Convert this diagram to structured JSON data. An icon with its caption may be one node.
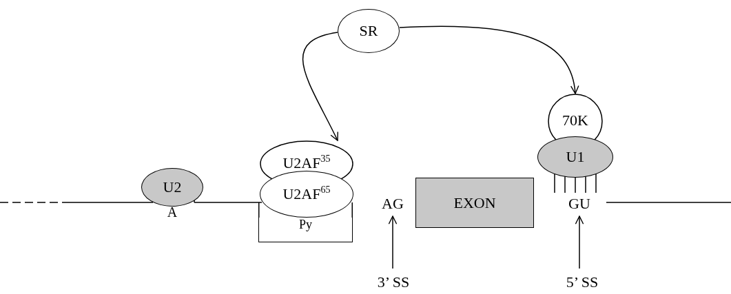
{
  "diagram": {
    "nodes": [
      {
        "text": [
          "SR"
        ]
      },
      {
        "text": [
          "U2AF$^{35}$"
        ]
      },
      {
        "text": [
          "U2AF$^{65}$"
        ]
      },
      {
        "text": [
          "70K"
        ]
      },
      {
        "text": [
          "U1"
        ]
      },
      {
        "text": [
          "U2"
        ]
      },
      {
        "text": [
          "EXON"
        ]
      },
      {
        "text": [
          "Py"
        ]
      },
      {
        "text": [
          "AG"
        ]
      },
      {
        "text": [
          "GU"
        ]
      },
      {
        "text": [
          "3’ SS"
        ]
      },
      {
        "text": [
          "5’ SS"
        ]
      }
    ],
    "edges": [
      {
        "from": 0,
        "to": 1,
        "arrow": "to"
      },
      {
        "from": 0,
        "to": 3,
        "arrow": "to"
      },
      {
        "from": 10,
        "to": 8,
        "arrow": "to"
      },
      {
        "from": 11,
        "to": 9,
        "arrow": "to"
      }
    ],
    "labels": [
      "A"
    ]
  }
}
